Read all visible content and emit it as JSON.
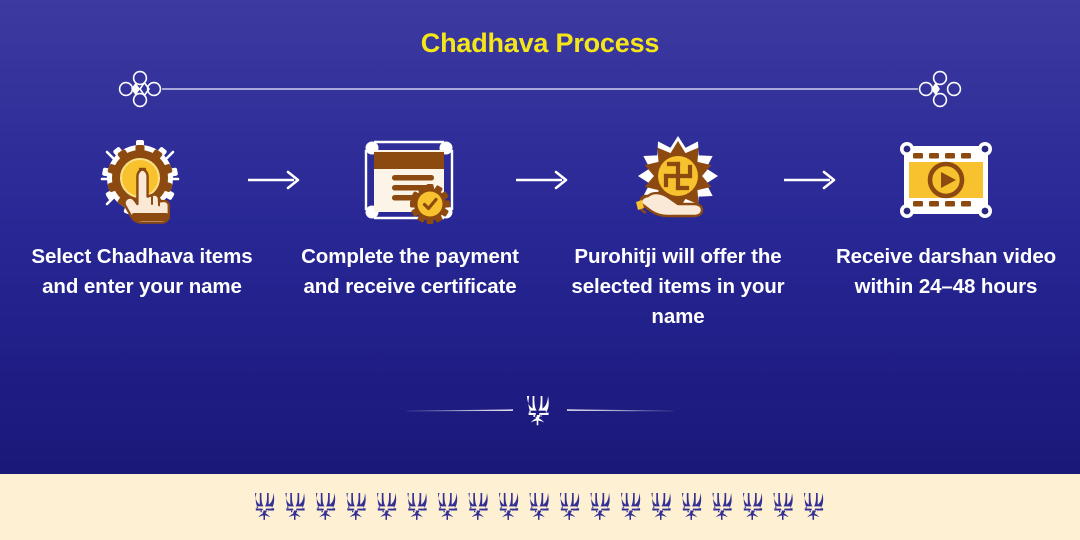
{
  "poster": {
    "title": "Chadhava Process",
    "colors": {
      "bg_top": "#3d3ba1",
      "bg_bottom": "#1a1877",
      "title_yellow": "#f5e618",
      "caption_white": "#ffffff",
      "footer_cream": "#fdf0d3",
      "trident_blue": "#343093",
      "gold": "#f5b921",
      "brown": "#8a4a12"
    }
  },
  "dividers": {
    "top": {
      "icon_left": "ornament-knot-icon",
      "icon_right": "ornament-knot-icon"
    },
    "bottom": {
      "icon": "trident-icon"
    }
  },
  "steps": [
    {
      "index": 1,
      "icon": "hand-tap-offering-icon",
      "caption": "Select Chadhava items and enter your name"
    },
    {
      "index": 2,
      "icon": "certificate-seal-icon",
      "caption": "Complete the payment and receive certificate"
    },
    {
      "index": 3,
      "icon": "hand-holding-swastika-icon",
      "caption": "Purohitji will offer the selected items in your name"
    },
    {
      "index": 4,
      "icon": "video-filmstrip-play-icon",
      "caption": "Receive darshan video within 24–48 hours"
    }
  ],
  "arrows": [
    {
      "icon": "arrow-right-icon"
    },
    {
      "icon": "arrow-right-icon"
    },
    {
      "icon": "arrow-right-icon"
    }
  ],
  "footer": {
    "icon": "trident-icon",
    "repeat_count": 19
  }
}
